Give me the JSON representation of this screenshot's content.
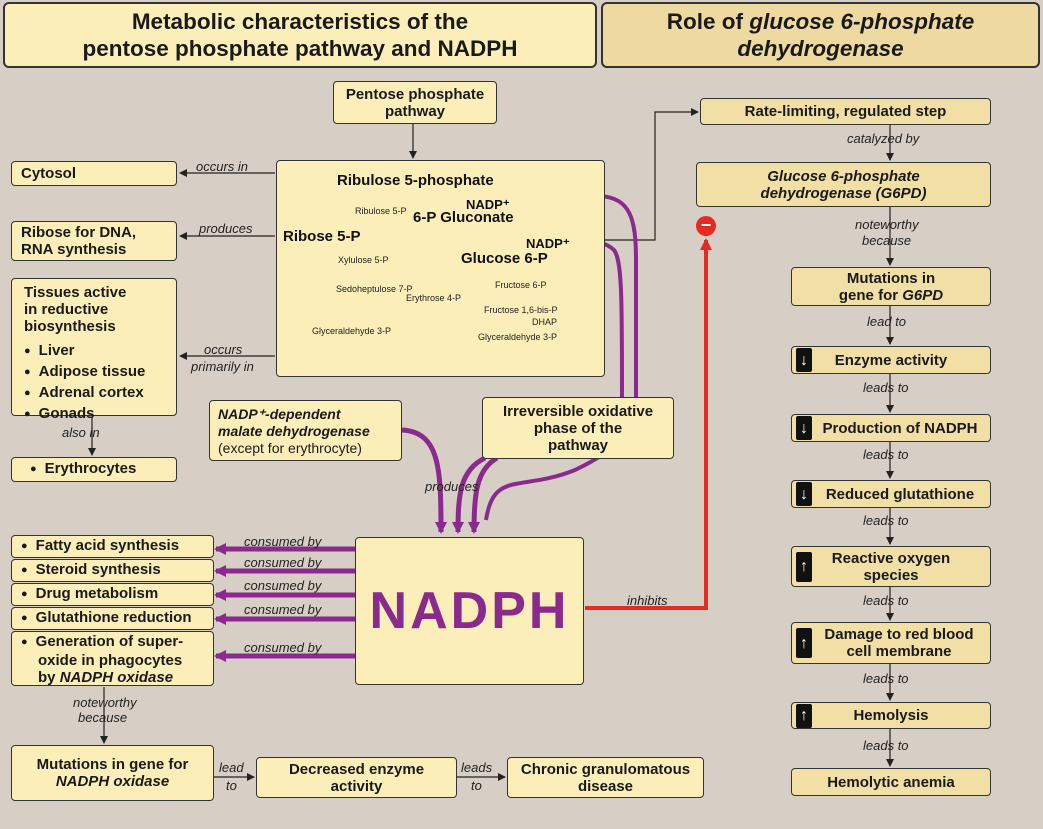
{
  "header_left": {
    "line1": "Metabolic characteristics of the",
    "line2": "pentose phosphate pathway and NADPH"
  },
  "header_right": {
    "pre": "Role of ",
    "em": "glucose 6-phosphate",
    "line2": "dehydrogenase"
  },
  "ppp": {
    "line1": "Pentose phosphate",
    "line2": "pathway"
  },
  "cytosol": "Cytosol",
  "ribose": {
    "line1": "Ribose for DNA,",
    "line2": "RNA synthesis"
  },
  "tissues": {
    "line1": "Tissues active",
    "line2": "in reductive",
    "line3": "biosynthesis",
    "items": [
      "Liver",
      "Adipose tissue",
      "Adrenal cortex",
      "Gonads"
    ]
  },
  "erythrocytes": "Erythrocytes",
  "malate": {
    "line1": "NADP⁺-dependent",
    "line2": "malate dehydrogenase",
    "line3": "(except for erythrocyte)"
  },
  "irreversible": {
    "line1": "Irreversible oxidative",
    "line2": "phase of the",
    "line3": "pathway"
  },
  "nadph": "NADPH",
  "consumers": [
    "Fatty acid synthesis",
    "Steroid synthesis",
    "Drug metabolism",
    "Glutathione reduction"
  ],
  "superoxide": {
    "line1": "Generation of super-",
    "line2": "oxide in phagocytes",
    "pre3": "by ",
    "em3": "NADPH oxidase"
  },
  "nox_mut": {
    "line1": "Mutations in gene for",
    "line2": "NADPH oxidase"
  },
  "decreased": {
    "line1": "Decreased enzyme",
    "line2": "activity"
  },
  "cgd": {
    "line1": "Chronic granulomatous",
    "line2": "disease"
  },
  "rate_limiting": "Rate-limiting, regulated  step",
  "g6pd": {
    "line1": "Glucose 6-phosphate",
    "line2pre": "dehydrogenase (",
    "line2em": "G6PD",
    "line2post": ")"
  },
  "mutations": {
    "line1": "Mutations in",
    "line2pre": "gene for ",
    "line2em": "G6PD"
  },
  "enzyme": "Enzyme activity",
  "production": "Production of NADPH",
  "reduced": "Reduced glutathione",
  "ros": {
    "line1": "Reactive oxygen",
    "line2": "species"
  },
  "damage": {
    "line1": "Damage to red blood",
    "line2": "cell membrane"
  },
  "hemolysis": "Hemolysis",
  "anemia": "Hemolytic anemia",
  "labels": {
    "occurs_in": "occurs in",
    "produces": "produces",
    "occurs_primarily_1": "occurs",
    "occurs_primarily_2": "primarily in",
    "also_in": "also in",
    "produces2": "produces",
    "consumed_by": "consumed by",
    "inhibits": "inhibits",
    "noteworthy": "noteworthy",
    "because": "because",
    "lead": "lead",
    "to": "to",
    "leads": "leads",
    "catalyzed_by": "catalyzed by",
    "lead_to": "lead to",
    "leads_to": "leads to"
  },
  "pathway": {
    "ribulose5p": "Ribulose 5-phosphate",
    "nadp_sup": "NADP⁺",
    "gluconate6p": "6-P Gluconate",
    "nadp_sup2": "NADP⁺",
    "glucose6p": "Glucose 6-P",
    "ribose5p": "Ribose 5-P",
    "ribulose_small": "Ribulose 5-P",
    "xylulose": "Xylulose 5-P",
    "sedoheptulose": "Sedoheptulose 7-P",
    "erythrose": "Erythrose 4-P",
    "fructose6p": "Fructose 6-P",
    "fructose16": "Fructose 1,6-bis-P",
    "dhap": "DHAP",
    "g3p_left": "Glyceraldehyde 3-P",
    "g3p_right": "Glyceraldehyde 3-P"
  },
  "colors": {
    "purple": "#8a2a8e",
    "red": "#e52a22",
    "box": "#fbeeb9",
    "background": "#d7cfc5"
  },
  "icons": {
    "down": "down-arrow-icon",
    "up": "up-arrow-icon",
    "inhibit": "minus-icon"
  }
}
